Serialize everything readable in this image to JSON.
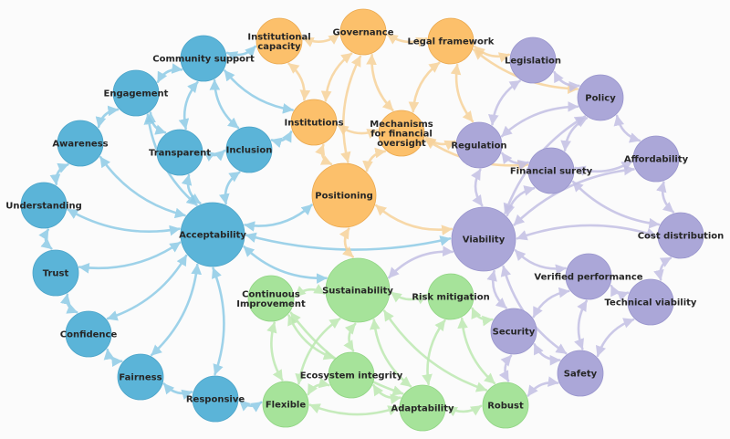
{
  "colors": {
    "background": "#fbfbfb",
    "blue": {
      "fill": "#5bb4d8",
      "edge": "#8ecbe6",
      "stroke": "#4aa3c8"
    },
    "orange": {
      "fill": "#fcc06b",
      "edge": "#f7d29a",
      "stroke": "#eaa84e"
    },
    "purple": {
      "fill": "#aba7d8",
      "edge": "#c3c0e4",
      "stroke": "#9894cc"
    },
    "green": {
      "fill": "#a6e39a",
      "edge": "#bde9b2",
      "stroke": "#8fd482"
    }
  },
  "nodes": [
    {
      "id": "community_support",
      "label": "Community support",
      "group": "blue",
      "size": "m"
    },
    {
      "id": "engagement",
      "label": "Engagement",
      "group": "blue",
      "size": "m"
    },
    {
      "id": "awareness",
      "label": "Awareness",
      "group": "blue",
      "size": "m"
    },
    {
      "id": "understanding",
      "label": "Understanding",
      "group": "blue",
      "size": "m"
    },
    {
      "id": "trust",
      "label": "Trust",
      "group": "blue",
      "size": "m"
    },
    {
      "id": "confidence",
      "label": "Confidence",
      "group": "blue",
      "size": "m"
    },
    {
      "id": "fairness",
      "label": "Fairness",
      "group": "blue",
      "size": "m"
    },
    {
      "id": "responsive",
      "label": "Responsive",
      "group": "blue",
      "size": "m"
    },
    {
      "id": "transparent",
      "label": "Transparent",
      "group": "blue",
      "size": "m"
    },
    {
      "id": "inclusion",
      "label": "Inclusion",
      "group": "blue",
      "size": "m"
    },
    {
      "id": "acceptability",
      "label": "Acceptability",
      "group": "blue",
      "size": "l"
    },
    {
      "id": "institutional_capacity",
      "label": "Institutional\ncapacity",
      "group": "orange",
      "size": "m"
    },
    {
      "id": "governance",
      "label": "Governance",
      "group": "orange",
      "size": "m"
    },
    {
      "id": "legal_framework",
      "label": "Legal framework",
      "group": "orange",
      "size": "m"
    },
    {
      "id": "institutions",
      "label": "Institutions",
      "group": "orange",
      "size": "m"
    },
    {
      "id": "mechanisms",
      "label": "Mechanisms\nfor financial\noversight",
      "group": "orange",
      "size": "m"
    },
    {
      "id": "positioning",
      "label": "Positioning",
      "group": "orange",
      "size": "l"
    },
    {
      "id": "legislation",
      "label": "Legislation",
      "group": "purple",
      "size": "m"
    },
    {
      "id": "policy",
      "label": "Policy",
      "group": "purple",
      "size": "m"
    },
    {
      "id": "regulation",
      "label": "Regulation",
      "group": "purple",
      "size": "m"
    },
    {
      "id": "financial_surety",
      "label": "Financial surety",
      "group": "purple",
      "size": "m"
    },
    {
      "id": "affordability",
      "label": "Affordability",
      "group": "purple",
      "size": "m"
    },
    {
      "id": "cost_distribution",
      "label": "Cost distribution",
      "group": "purple",
      "size": "m"
    },
    {
      "id": "viability",
      "label": "Viability",
      "group": "purple",
      "size": "l"
    },
    {
      "id": "verified_performance",
      "label": "Verified performance",
      "group": "purple",
      "size": "m"
    },
    {
      "id": "technical_viability",
      "label": "Technical viability",
      "group": "purple",
      "size": "m"
    },
    {
      "id": "security",
      "label": "Security",
      "group": "purple",
      "size": "m"
    },
    {
      "id": "safety",
      "label": "Safety",
      "group": "purple",
      "size": "m"
    },
    {
      "id": "sustainability",
      "label": "Sustainability",
      "group": "green",
      "size": "l"
    },
    {
      "id": "continuous_improvement",
      "label": "Continuous\nImprovement",
      "group": "green",
      "size": "m"
    },
    {
      "id": "risk_mitigation",
      "label": "Risk mitigation",
      "group": "green",
      "size": "m"
    },
    {
      "id": "ecosystem_integrity",
      "label": "Ecosystem integrity",
      "group": "green",
      "size": "m"
    },
    {
      "id": "flexible",
      "label": "Flexible",
      "group": "green",
      "size": "m"
    },
    {
      "id": "adaptability",
      "label": "Adaptability",
      "group": "green",
      "size": "m"
    },
    {
      "id": "robust",
      "label": "Robust",
      "group": "green",
      "size": "m"
    }
  ],
  "edges": [
    [
      "community_support",
      "engagement"
    ],
    [
      "community_support",
      "transparent"
    ],
    [
      "community_support",
      "inclusion"
    ],
    [
      "community_support",
      "institutional_capacity"
    ],
    [
      "community_support",
      "institutions"
    ],
    [
      "engagement",
      "awareness"
    ],
    [
      "engagement",
      "transparent"
    ],
    [
      "engagement",
      "acceptability"
    ],
    [
      "awareness",
      "understanding"
    ],
    [
      "awareness",
      "acceptability"
    ],
    [
      "understanding",
      "trust"
    ],
    [
      "understanding",
      "acceptability"
    ],
    [
      "trust",
      "confidence"
    ],
    [
      "trust",
      "acceptability"
    ],
    [
      "confidence",
      "fairness"
    ],
    [
      "confidence",
      "acceptability"
    ],
    [
      "fairness",
      "responsive"
    ],
    [
      "fairness",
      "acceptability"
    ],
    [
      "responsive",
      "acceptability"
    ],
    [
      "responsive",
      "flexible"
    ],
    [
      "transparent",
      "inclusion"
    ],
    [
      "transparent",
      "acceptability"
    ],
    [
      "inclusion",
      "acceptability"
    ],
    [
      "inclusion",
      "institutions"
    ],
    [
      "acceptability",
      "positioning"
    ],
    [
      "acceptability",
      "viability"
    ],
    [
      "acceptability",
      "sustainability"
    ],
    [
      "institutional_capacity",
      "governance"
    ],
    [
      "governance",
      "legal_framework"
    ],
    [
      "governance",
      "institutions"
    ],
    [
      "governance",
      "mechanisms"
    ],
    [
      "governance",
      "positioning"
    ],
    [
      "legal_framework",
      "legislation"
    ],
    [
      "legal_framework",
      "mechanisms"
    ],
    [
      "legal_framework",
      "regulation"
    ],
    [
      "legal_framework",
      "policy"
    ],
    [
      "institutions",
      "mechanisms"
    ],
    [
      "institutions",
      "positioning"
    ],
    [
      "institutions",
      "institutional_capacity"
    ],
    [
      "mechanisms",
      "regulation"
    ],
    [
      "mechanisms",
      "positioning"
    ],
    [
      "mechanisms",
      "financial_surety"
    ],
    [
      "positioning",
      "viability"
    ],
    [
      "positioning",
      "sustainability"
    ],
    [
      "legislation",
      "policy"
    ],
    [
      "legislation",
      "regulation"
    ],
    [
      "policy",
      "regulation"
    ],
    [
      "policy",
      "financial_surety"
    ],
    [
      "policy",
      "affordability"
    ],
    [
      "policy",
      "viability"
    ],
    [
      "regulation",
      "financial_surety"
    ],
    [
      "regulation",
      "viability"
    ],
    [
      "financial_surety",
      "affordability"
    ],
    [
      "financial_surety",
      "viability"
    ],
    [
      "financial_surety",
      "cost_distribution"
    ],
    [
      "affordability",
      "cost_distribution"
    ],
    [
      "affordability",
      "viability"
    ],
    [
      "cost_distribution",
      "viability"
    ],
    [
      "cost_distribution",
      "technical_viability"
    ],
    [
      "viability",
      "verified_performance"
    ],
    [
      "viability",
      "security"
    ],
    [
      "viability",
      "safety"
    ],
    [
      "viability",
      "sustainability"
    ],
    [
      "verified_performance",
      "technical_viability"
    ],
    [
      "verified_performance",
      "security"
    ],
    [
      "verified_performance",
      "safety"
    ],
    [
      "technical_viability",
      "safety"
    ],
    [
      "security",
      "safety"
    ],
    [
      "security",
      "robust"
    ],
    [
      "safety",
      "robust"
    ],
    [
      "sustainability",
      "continuous_improvement"
    ],
    [
      "sustainability",
      "risk_mitigation"
    ],
    [
      "sustainability",
      "ecosystem_integrity"
    ],
    [
      "sustainability",
      "flexible"
    ],
    [
      "sustainability",
      "adaptability"
    ],
    [
      "sustainability",
      "robust"
    ],
    [
      "continuous_improvement",
      "flexible"
    ],
    [
      "continuous_improvement",
      "ecosystem_integrity"
    ],
    [
      "continuous_improvement",
      "adaptability"
    ],
    [
      "risk_mitigation",
      "security"
    ],
    [
      "risk_mitigation",
      "adaptability"
    ],
    [
      "risk_mitigation",
      "robust"
    ],
    [
      "ecosystem_integrity",
      "flexible"
    ],
    [
      "ecosystem_integrity",
      "adaptability"
    ],
    [
      "flexible",
      "adaptability"
    ],
    [
      "adaptability",
      "robust"
    ]
  ]
}
